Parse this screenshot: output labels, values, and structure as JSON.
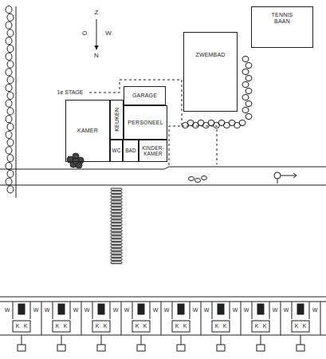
{
  "diagram": {
    "nodes": [
      {
        "text": [
          "TENNIS BAAN"
        ]
      },
      {
        "text": [
          "ZWEMBAD"
        ]
      },
      {
        "text": [
          "KAMER"
        ]
      },
      {
        "text": [
          "KEUKEN"
        ]
      },
      {
        "text": [
          "GARAGE"
        ]
      },
      {
        "text": [
          "PERSONEEL"
        ]
      },
      {
        "text": [
          "WC"
        ]
      },
      {
        "text": [
          "BAD"
        ]
      },
      {
        "text": [
          "KINDER- KAMER"
        ]
      }
    ],
    "labels": [
      "Z",
      "O",
      "W",
      "N",
      "1e STAGE",
      "W",
      "K",
      "K",
      "W",
      "W",
      "K",
      "K",
      "W",
      "W",
      "K",
      "K",
      "W",
      "W",
      "K",
      "K",
      "W",
      "W",
      "K",
      "K",
      "W",
      "W",
      "K",
      "K",
      "W",
      "W",
      "K",
      "K",
      "W",
      "W",
      "K",
      "K",
      "W"
    ]
  }
}
